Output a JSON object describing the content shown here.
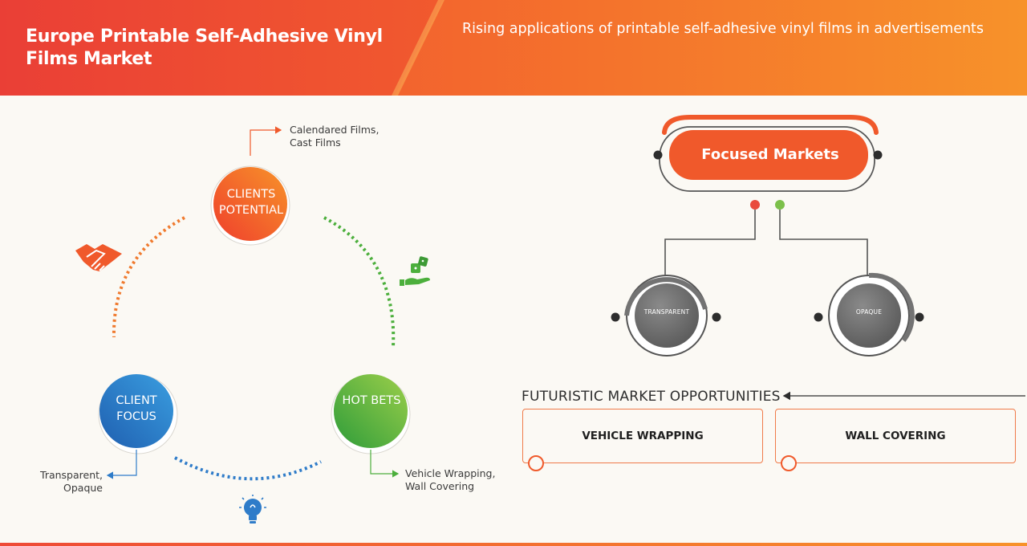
{
  "header": {
    "title": "Europe Printable Self-Adhesive Vinyl Films Market",
    "subtitle": "Rising applications of printable self-adhesive vinyl films in advertisements"
  },
  "cycle": {
    "clients_potential": {
      "label": "CLIENTS POTENTIAL",
      "note": "Calendared Films, Cast Films",
      "color": "#f0592b",
      "icon": "handshake-icon"
    },
    "hot_bets": {
      "label": "HOT BETS",
      "note": "Vehicle Wrapping, Wall Covering",
      "color": "#4caf3c",
      "icon": "dice-hand-icon"
    },
    "client_focus": {
      "label": "CLIENT FOCUS",
      "note": "Transparent, Opaque",
      "color": "#2f7cc9",
      "icon": "lightbulb-icon"
    }
  },
  "focused_markets": {
    "title": "Focused Markets",
    "segments": [
      "TRANSPARENT",
      "OPAQUE"
    ],
    "color": "#f0592b"
  },
  "opportunities": {
    "title": "FUTURISTIC MARKET OPPORTUNITIES",
    "items": [
      "VEHICLE WRAPPING",
      "WALL COVERING"
    ]
  },
  "colors": {
    "accent": "#f0592b",
    "green": "#4caf3c",
    "blue": "#2f7cc9",
    "gray": "#737373"
  }
}
